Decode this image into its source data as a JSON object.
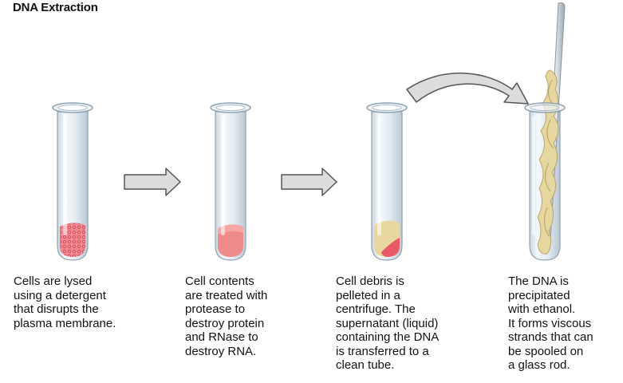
{
  "title": "DNA Extraction",
  "colors": {
    "tube_glass": "#dde7ee",
    "tube_outline": "#8fa3b2",
    "lysed_cells": "#e8737e",
    "treated_contents": "#f08b8b",
    "debris_pellet": "#e85a68",
    "supernatant": "#e8d8a0",
    "dna_strands": "#e6d7a0",
    "rod": "#b8c3cc",
    "arrow_fill": "#dcdcdc",
    "arrow_stroke": "#555555"
  },
  "steps": [
    {
      "caption": [
        "Cells are lysed",
        "using a detergent",
        "that disrupts the",
        "plasma membrane."
      ],
      "tube_content": "lysed-cells"
    },
    {
      "caption": [
        "Cell contents",
        "are treated with",
        "protease to",
        "destroy protein",
        "and RNase to",
        "destroy RNA."
      ],
      "tube_content": "treated-contents"
    },
    {
      "caption": [
        "Cell debris is",
        "pelleted in a",
        "centrifuge. The",
        "supernatant (liquid)",
        "containing the DNA",
        "is transferred to a",
        "clean tube."
      ],
      "tube_content": "pellet-and-supernatant"
    },
    {
      "caption": [
        "The DNA is",
        "precipitated",
        "with ethanol.",
        "It forms viscous",
        "strands that can",
        "be spooled on",
        "a glass rod."
      ],
      "tube_content": "dna-strands-on-rod"
    }
  ]
}
